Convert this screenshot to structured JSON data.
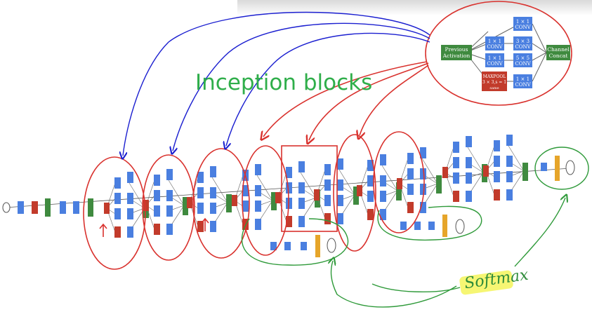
{
  "annotation": {
    "title": "Inception blocks",
    "softmax_note": "Softmax"
  },
  "inception_module": {
    "input_label": [
      "Previous",
      "Activation"
    ],
    "branches": [
      {
        "name": "1 × 1",
        "op": "CONV"
      },
      {
        "name": "1 × 1",
        "op": "CONV"
      },
      {
        "name": "3 × 3",
        "op": "CONV"
      },
      {
        "name": "1 × 1",
        "op": "CONV"
      },
      {
        "name": "5 × 5",
        "op": "CONV"
      },
      {
        "name": "MAXPOOL",
        "op": "3 × 3,s = 1",
        "extra": "same"
      },
      {
        "name": "1 × 1",
        "op": "CONV"
      }
    ],
    "output_label": [
      "Channel",
      "Concat"
    ]
  },
  "colors": {
    "conv": "#4a7fe0",
    "pool": "#c23b2b",
    "concat": "#3f8a3f",
    "softmax": "#e6a52a",
    "red_ink": "#d9322e",
    "green_ink": "#2f9a3a",
    "blue_ink": "#1b1fd0"
  }
}
